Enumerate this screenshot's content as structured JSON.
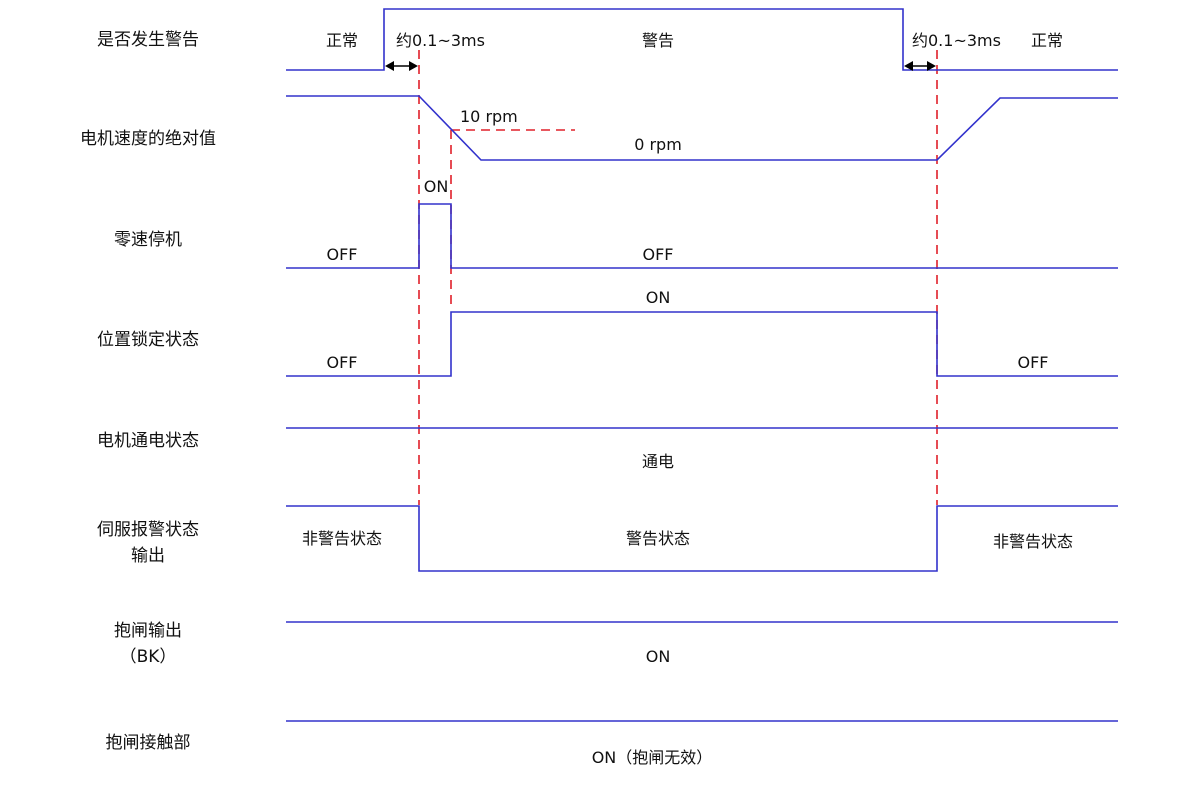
{
  "diagram": {
    "type": "timing-diagram",
    "colors": {
      "signal": "#3232cc",
      "marker": "#e0202a",
      "text": "#111111"
    },
    "signals": [
      {
        "id": "alarm",
        "label": "是否发生警告",
        "states": [
          "正常",
          "警告",
          "正常"
        ]
      },
      {
        "id": "speed",
        "label": "电机速度的绝对值",
        "annotations": [
          "10 rpm",
          "0 rpm"
        ]
      },
      {
        "id": "zero_stop",
        "label": "零速停机",
        "states": [
          "OFF",
          "ON",
          "OFF"
        ]
      },
      {
        "id": "pos_lock",
        "label": "位置锁定状态",
        "states": [
          "OFF",
          "ON",
          "OFF"
        ]
      },
      {
        "id": "motor_power",
        "label": "电机通电状态",
        "states": [
          "通电"
        ]
      },
      {
        "id": "alarm_output",
        "label": "伺服报警状态",
        "label2": "输出",
        "states": [
          "非警告状态",
          "警告状态",
          "非警告状态"
        ]
      },
      {
        "id": "brake_output",
        "label": "抱闸输出",
        "label2": "（BK）",
        "states": [
          "ON"
        ]
      },
      {
        "id": "brake_contact",
        "label": "抱闸接触部",
        "states": [
          "ON（抱闸无效）"
        ]
      }
    ],
    "delays": [
      "约0.1~3ms",
      "约0.1~3ms"
    ]
  }
}
